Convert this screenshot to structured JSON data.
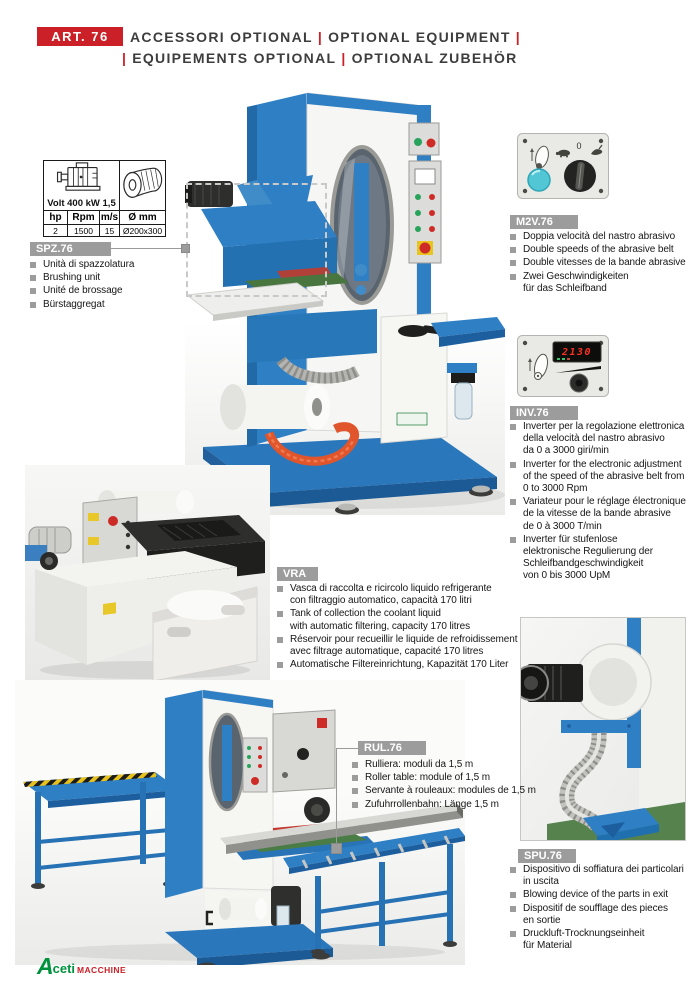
{
  "header": {
    "badge": "ART. 76",
    "pipe": "|",
    "line1_a": "ACCESSORI OPTIONAL",
    "line1_b": "OPTIONAL EQUIPMENT",
    "line2_a": "EQUIPEMENTS OPTIONAL",
    "line2_b": "OPTIONAL ZUBEHÖR"
  },
  "spec_table": {
    "volt_label": "Volt 400 kW 1,5",
    "headers": [
      "hp",
      "Rpm",
      "m/s",
      "Ø mm"
    ],
    "values": [
      "2",
      "1500",
      "15",
      "Ø200x300"
    ]
  },
  "sections": {
    "spz": {
      "code": "SPZ.76",
      "items": [
        "Unità di spazzolatura",
        "Brushing unit",
        "Unité de brossage",
        "Bürstaggregat"
      ]
    },
    "m2v": {
      "code": "M2V.76",
      "items": [
        "Doppia velocità del nastro abrasivo",
        "Double speeds of the abrasive belt",
        "Double vitesses de la bande abrasive",
        "Zwei Geschwindigkeiten\nfür das Schleifband"
      ]
    },
    "inv": {
      "code": "INV.76",
      "items": [
        "Inverter per la regolazione elettronica\ndella velocità del nastro abrasivo\nda 0 a 3000 giri/min",
        "Inverter for the electronic adjustment\nof the speed of the abrasive belt from\n0 to 3000 Rpm",
        "Variateur pour le réglage électronique\nde la vitesse de la bande abrasive\nde 0 à 3000 T/min",
        "Inverter für stufenlose\nelektronische Regulierung der\nSchleifbandgeschwindigkeit\nvon 0 bis 3000 UpM"
      ]
    },
    "vra": {
      "code": "VRA",
      "items": [
        "Vasca di raccolta e ricircolo liquido refrigerante\ncon filtraggio automatico, capacità 170 litri",
        "Tank of collection the coolant liquid\nwith automatic filtering, capacity 170 litres",
        "Réservoir pour recueillir le liquide de refroidissement\navec filtrage automatique, capacité 170 litres",
        "Automatische Filtereinrichtung, Kapazität 170 Liter"
      ]
    },
    "rul": {
      "code": "RUL.76",
      "items": [
        "Rulliera: moduli da 1,5 m",
        "Roller table: module of 1,5 m",
        "Servante à rouleaux: modules de 1,5 m",
        "Zufuhrrollenbahn: Länge 1,5 m"
      ]
    },
    "spu": {
      "code": "SPU.76",
      "items": [
        "Dispositivo di soffiatura dei particolari\nin uscita",
        "Blowing device of the parts in exit",
        "Dispositif de soufflage des pieces\nen sortie",
        "Druckluft-Trocknungseinheit\nfür Material"
      ]
    }
  },
  "panels": {
    "speed_switch_zero": "0",
    "inverter_display": "2130"
  },
  "logo": {
    "initial": "A",
    "rest": "ceti",
    "suffix": "MACCHINE"
  },
  "colors": {
    "accent_red": "#cb2027",
    "machine_blue": "#2e7fc4",
    "label_gray": "#9c9c9c",
    "logo_green": "#00913d"
  }
}
